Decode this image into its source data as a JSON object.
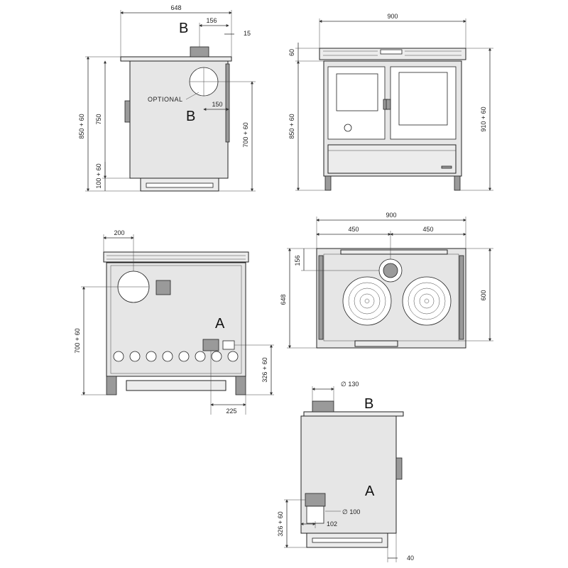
{
  "labels": {
    "b_side_top": "B",
    "b_side_optional": "B",
    "a_back": "A",
    "b_right_side": "B",
    "a_right_side": "A",
    "optional": "OPTIONAL"
  },
  "dimensions": {
    "side_width": "648",
    "side_flue_offset": "156",
    "side_flue_gap": "15",
    "side_optional_offset": "150",
    "side_total_height": "850 + 60",
    "side_body_height": "750",
    "side_leg_height": "100 + 60",
    "side_optional_height": "700 + 60",
    "front_width": "900",
    "front_top": "60",
    "front_height": "850 + 60",
    "front_total_height": "910 + 60",
    "back_flue_offset": "200",
    "back_flue_height": "700 + 60",
    "back_inlet_height": "326 + 60",
    "back_inlet_offset": "225",
    "top_width": "900",
    "top_half_left": "450",
    "top_half_right": "450",
    "top_front_offset": "156",
    "top_depth": "648",
    "top_inner_depth": "600",
    "right_flue_dia": "∅ 130",
    "right_inlet_dia": "∅ 100",
    "right_inlet_offset": "102",
    "right_inlet_height": "326 + 60",
    "right_foot": "40"
  }
}
